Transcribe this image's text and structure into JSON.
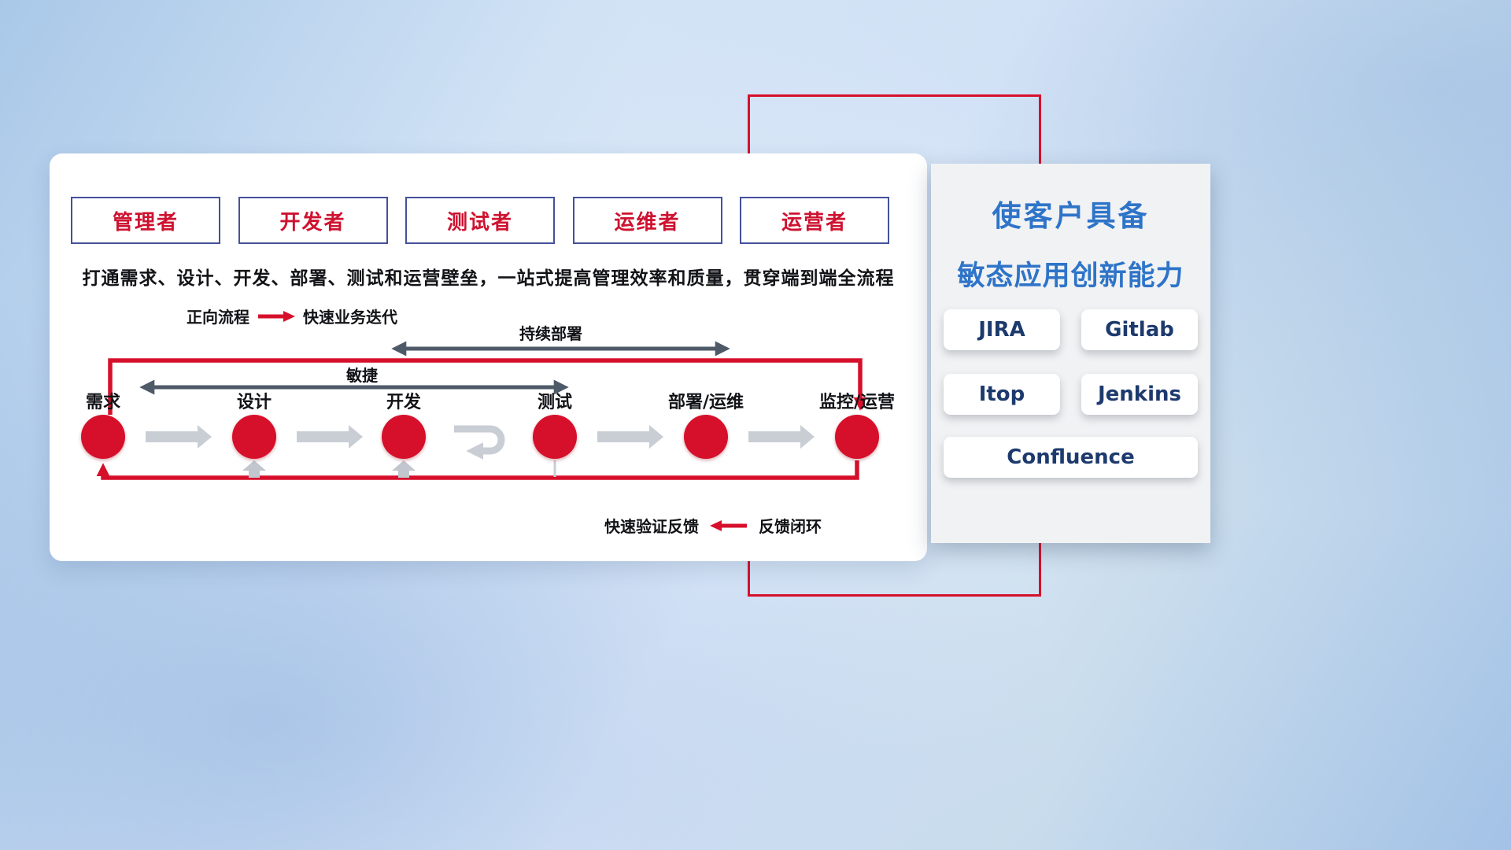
{
  "colors": {
    "accent_red": "#d6102b",
    "role_text_red": "#ce1230",
    "role_border_navy": "#44519a",
    "dark_arrow": "#4e5a68",
    "gray_arrow": "#c9ced5",
    "title_blue": "#2e74c8",
    "tool_text_navy": "#1d3a6e"
  },
  "main_panel": {
    "roles": [
      {
        "label": "管理者"
      },
      {
        "label": "开发者"
      },
      {
        "label": "测试者"
      },
      {
        "label": "运维者"
      },
      {
        "label": "运营者"
      }
    ],
    "description": "打通需求、设计、开发、部署、测试和运营壁垒，一站式提高管理效率和质量，贯穿端到端全流程",
    "forward_legend": {
      "label": "正向流程",
      "value": "快速业务迭代"
    },
    "flow_arrows": {
      "continuous_deployment": "持续部署",
      "agile": "敏捷"
    },
    "stages": [
      {
        "label": "需求"
      },
      {
        "label": "设计"
      },
      {
        "label": "开发"
      },
      {
        "label": "测试"
      },
      {
        "label": "部署/运维"
      },
      {
        "label": "监控/运营"
      }
    ],
    "feedback_legend": {
      "label": "快速验证反馈",
      "value": "反馈闭环"
    }
  },
  "right_panel": {
    "title_line1": "使客户具备",
    "title_line2": "敏态应用创新能力",
    "tools": [
      {
        "name": "JIRA"
      },
      {
        "name": "Gitlab"
      },
      {
        "name": "Itop"
      },
      {
        "name": "Jenkins"
      },
      {
        "name": "Confluence"
      }
    ]
  }
}
